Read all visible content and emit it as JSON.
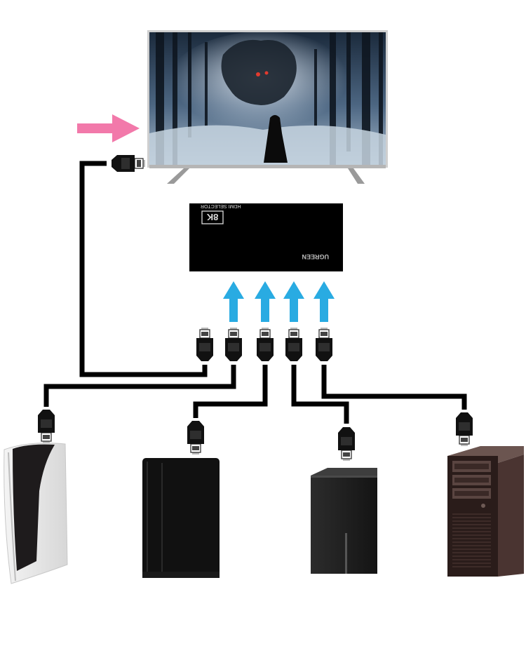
{
  "hub": {
    "badge": "8K",
    "label": "HDMI SELECTOR",
    "logo": "UGREEN"
  },
  "devices": [
    {
      "id": "ps5",
      "icon": "ps5-console-icon"
    },
    {
      "id": "ps4",
      "icon": "ps4-console-icon"
    },
    {
      "id": "xbox",
      "icon": "xbox-series-x-icon"
    },
    {
      "id": "pc",
      "icon": "desktop-pc-tower-icon"
    }
  ],
  "colors": {
    "cable": "#000000",
    "input_arrow": "#29abe2",
    "output_arrow": "#f279aa",
    "hub_body": "#000000",
    "tv_frame": "#c8c8c8"
  },
  "icons": {
    "tv": "tv-icon",
    "hub": "hdmi-switch-icon",
    "plug": "hdmi-plug-icon",
    "arrow_in": "arrow-up-icon",
    "arrow_out": "arrow-right-icon"
  }
}
